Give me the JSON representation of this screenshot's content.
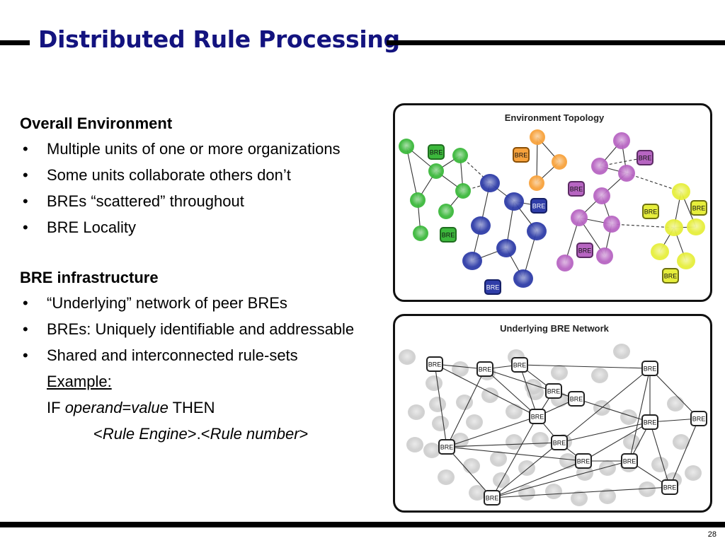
{
  "slide": {
    "title": "Distributed Rule Processing",
    "page_number": "28"
  },
  "environment": {
    "heading": "Overall Environment",
    "bullets": [
      "Multiple units of one or more organizations",
      "Some units collaborate others don’t",
      "BREs “scattered” throughout",
      "BRE Locality"
    ]
  },
  "infrastructure": {
    "heading": "BRE infrastructure",
    "bullets": [
      "“Underlying”  network of peer BREs",
      "BREs: Uniquely identifiable and addressable",
      "Shared and interconnected rule-sets"
    ],
    "example_label": "Example:",
    "rule": {
      "if": "IF",
      "operand": "operand",
      "eq": "=",
      "value": "value",
      "then": "THEN"
    },
    "ref": {
      "lt1": "<",
      "engine": "Rule Engine",
      "gt1": ">",
      "dot": ".",
      "lt2": "<",
      "number": "Rule number",
      "gt2": ">"
    }
  },
  "diagrams": {
    "topology": {
      "title": "Environment Topology",
      "node_label": "BRE"
    },
    "network": {
      "title": "Underlying BRE Network",
      "node_label": "BRE"
    }
  },
  "colors": {
    "title": "#13137f",
    "green": "#3cb83c",
    "orange": "#f7a23c",
    "blue": "#2f3da8",
    "purple": "#b765c2",
    "yellow": "#e6ee3c",
    "gray": "#cfcfcf"
  }
}
